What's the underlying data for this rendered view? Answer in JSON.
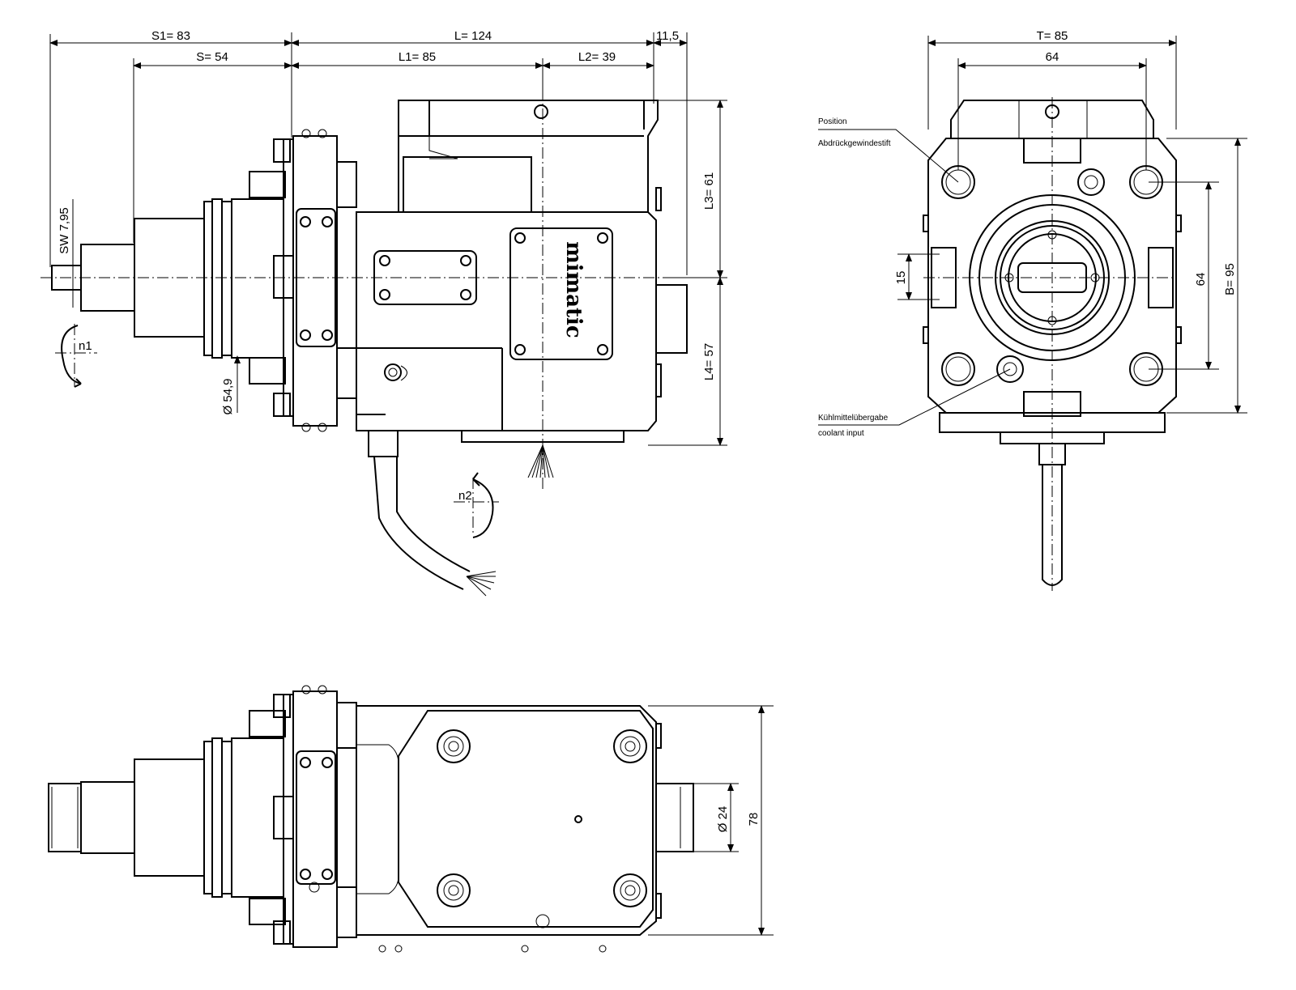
{
  "dimensions": {
    "s1": "S1=  83",
    "s": "S=  54",
    "l": "L=  124",
    "l_ext": "11,5",
    "l1": "L1=  85",
    "l2": "L2=  39",
    "l3": "L3=  61",
    "l4": "L4=  57",
    "sw": "SW 7,95",
    "dia_549": "Ø 54,9",
    "n1": "n1",
    "n2": "n2",
    "t": "T=  85",
    "t_inner": "64",
    "b": "B=  95",
    "b_inner": "64",
    "h15": "15",
    "dia_24": "Ø 24",
    "h78": "78"
  },
  "labels": {
    "position": "Position",
    "abdrueck": "Abdrückgewindestift",
    "kuehl": "Kühlmittelübergabe",
    "coolant": "coolant input"
  },
  "brand": "mimatic"
}
